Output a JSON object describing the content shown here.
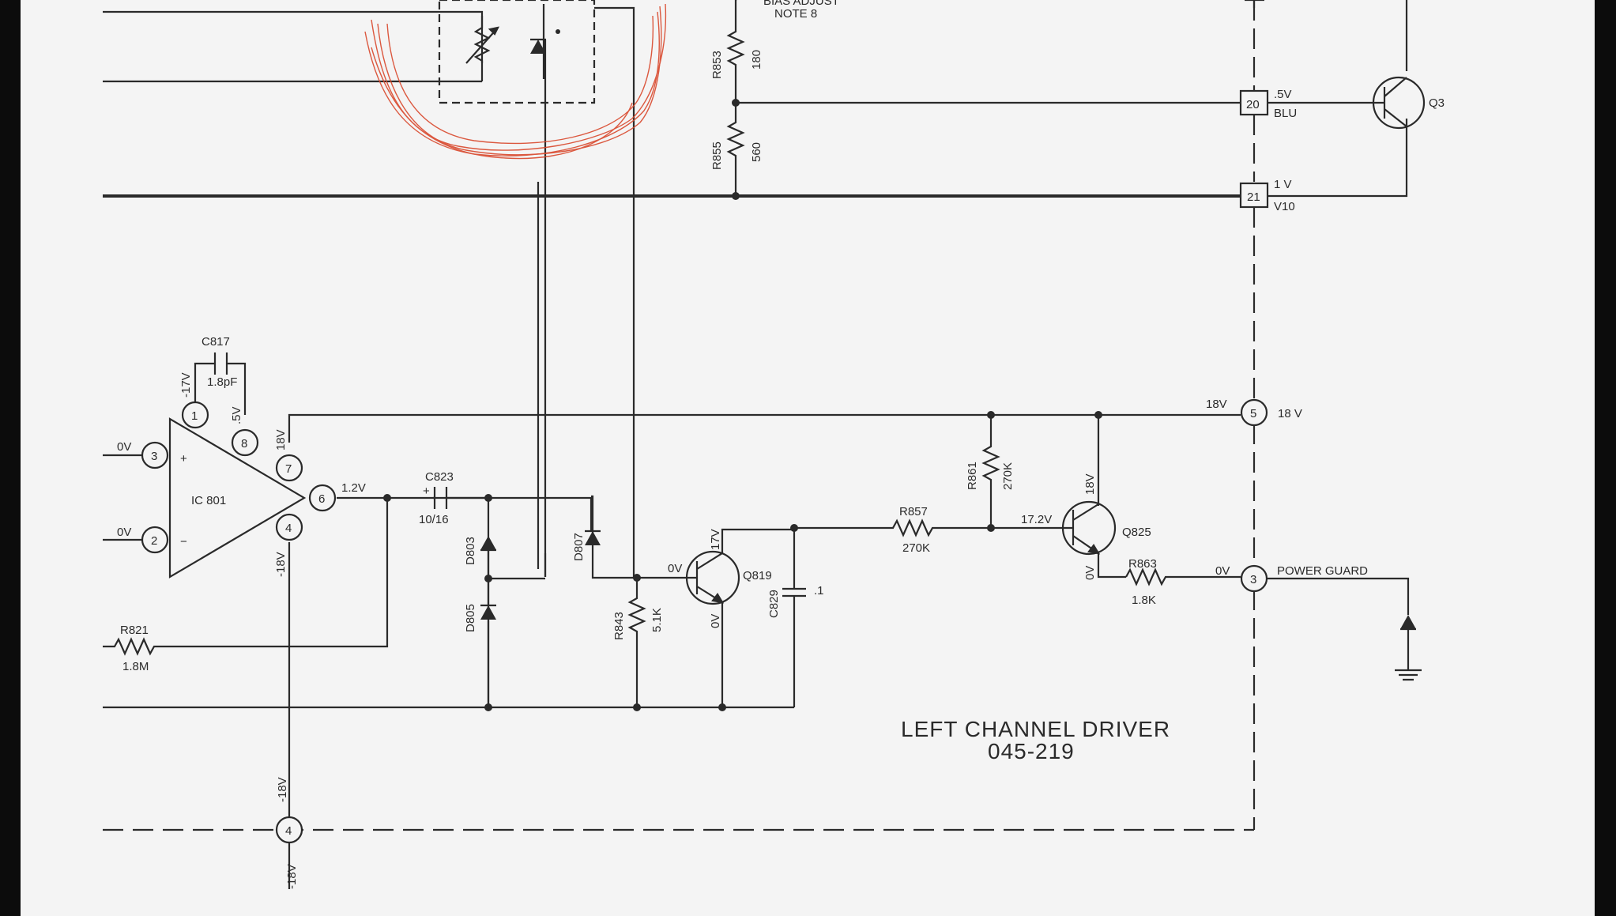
{
  "title": {
    "line1": "LEFT CHANNEL DRIVER",
    "line2": "045-219"
  },
  "top_notes": {
    "bias_adjust": "BIAS ADJUST",
    "note": "NOTE 8"
  },
  "resistors": {
    "r853": {
      "ref": "R853",
      "value": "180"
    },
    "r855": {
      "ref": "R855",
      "value": "560"
    },
    "r861": {
      "ref": "R861",
      "value": "270K"
    },
    "r857": {
      "ref": "R857",
      "value": "270K"
    },
    "r863": {
      "ref": "R863",
      "value": "1.8K"
    },
    "r843": {
      "ref": "R843",
      "value": "5.1K"
    },
    "r821": {
      "ref": "R821",
      "value": "1.8M"
    }
  },
  "capacitors": {
    "c817": {
      "ref": "C817",
      "value": "1.8pF"
    },
    "c823": {
      "ref": "C823",
      "value": "10/16",
      "plus": "+"
    },
    "c829": {
      "ref": "C829",
      "value": ".1"
    }
  },
  "diodes": {
    "d803": "D803",
    "d805": "D805",
    "d807": "D807"
  },
  "transistors": {
    "q3": "Q3",
    "q819": "Q819",
    "q825": "Q825"
  },
  "opamp": {
    "ref": "IC 801",
    "plus": "+",
    "minus": "−"
  },
  "pins": {
    "p1": "1",
    "p2": "2",
    "p3": "3",
    "p4": "4",
    "p6": "6",
    "p7": "7",
    "p8": "8",
    "c20": "20",
    "c21": "21",
    "c5": "5",
    "c3": "3",
    "c4": "4"
  },
  "voltages": {
    "v_pin1": "-17V",
    "v_pin8": ".5V",
    "v_pin7": "18V",
    "v_pin4": "-18V",
    "v_pin3": "0V",
    "v_pin2": "0V",
    "v_out": "1.2V",
    "v_q819_b": "0V",
    "v_q819_c": "17V",
    "v_q819_e": "0V",
    "v_q825_b": "17.2V",
    "v_q825_c": "18V",
    "v_q825_e": "0V",
    "v_c20": ".5V",
    "v_c20_wire": "BLU",
    "v_c21": "1 V",
    "v_c21_wire": "V10",
    "v_c5_left": "18V",
    "v_c5_right": "18 V",
    "v_c3_left": "0V",
    "v_c3_right": "POWER GUARD",
    "v_c4_top": "-18V",
    "v_c4_bottom": "-18V"
  },
  "colors": {
    "ink": "#2a2a2a",
    "annotation": "#d9482c",
    "paper": "#f4f4f4",
    "frame": "#0c0c0c"
  }
}
